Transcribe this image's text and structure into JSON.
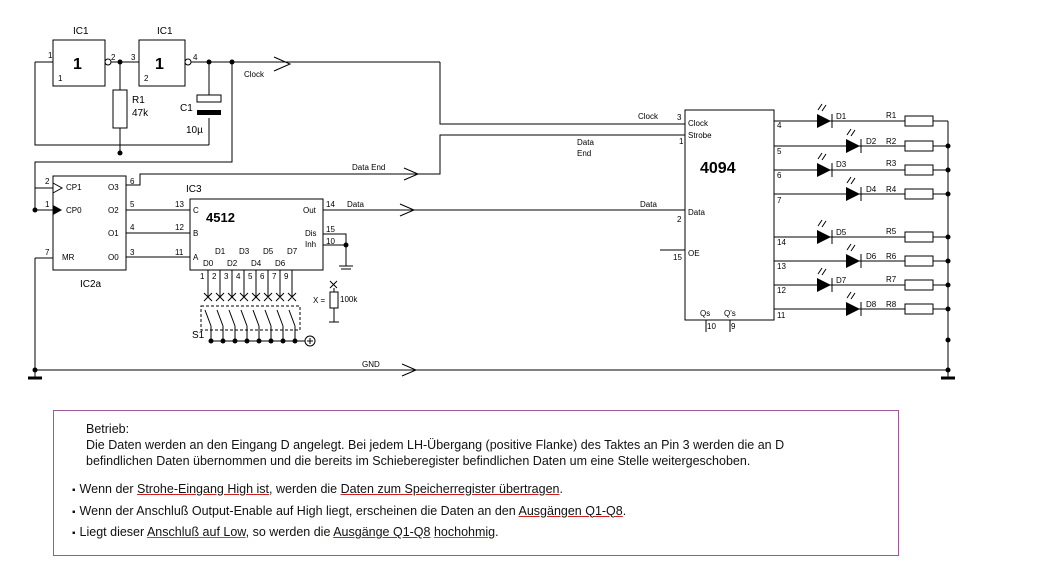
{
  "schematic": {
    "ic1a": {
      "name": "IC1",
      "body": "1",
      "pin_top": "1",
      "pin_out": "2",
      "pin_in_label": "1"
    },
    "ic1b": {
      "name": "IC1",
      "body": "1",
      "pin_in": "3",
      "pin_out": "4",
      "pin_in_label": "2"
    },
    "r1": {
      "name": "R1",
      "value": "47k"
    },
    "c1": {
      "name": "C1",
      "value": "10µ"
    },
    "clock_net": "Clock",
    "data_end_net": "Data End",
    "data_net": "Data",
    "gnd_net": "GND",
    "ic2a": {
      "name": "IC2a",
      "pins": {
        "cp1": "CP1",
        "cp0": "CP0",
        "mr": "MR",
        "o3": "O3",
        "o2": "O2",
        "o1": "O1",
        "o0": "O0"
      },
      "pin_numbers": {
        "cp1": "2",
        "cp0": "1",
        "mr": "7",
        "o3": "6",
        "o2": "5",
        "o1": "4",
        "o0": "3"
      }
    },
    "ic3": {
      "name": "IC3",
      "part": "4512",
      "pins": {
        "c": "C",
        "b": "B",
        "a": "A",
        "out": "Out",
        "dis": "Dis",
        "inh": "Inh"
      },
      "pin_numbers": {
        "c": "13",
        "b": "12",
        "a": "11",
        "out": "14",
        "dis": "15",
        "inh": "10"
      },
      "d_labels_upper": [
        "D1",
        "D3",
        "D5",
        "D7"
      ],
      "d_labels_lower": [
        "D0",
        "D2",
        "D4",
        "D6"
      ],
      "d_pins": [
        "1",
        "2",
        "3",
        "4",
        "5",
        "6",
        "7",
        "9"
      ]
    },
    "switch": {
      "name": "S1",
      "pullup": "X =",
      "pullup_value": "100k"
    },
    "ic4094": {
      "part": "4094",
      "pins": {
        "clock": "Clock",
        "strobe": "Strobe",
        "data": "Data",
        "oe": "OE",
        "qs": "Qs",
        "qs2": "Q's"
      },
      "pin_numbers": {
        "clock": "3",
        "strobe": "1",
        "data": "2",
        "oe": "15",
        "qs": "10",
        "qs2": "9"
      },
      "out_pins": [
        "4",
        "5",
        "6",
        "7",
        "14",
        "13",
        "12",
        "11"
      ],
      "clock_in_label": "Clock",
      "strobe_in_label_1": "Data",
      "strobe_in_label_2": "End",
      "data_in_label": "Data"
    },
    "leds": [
      "D1",
      "D2",
      "D3",
      "D4",
      "D5",
      "D6",
      "D7",
      "D8"
    ],
    "resistors": [
      "R1",
      "R2",
      "R3",
      "R4",
      "R5",
      "R6",
      "R7",
      "R8"
    ]
  },
  "note": {
    "title": "Betrieb:",
    "body_line1": "Die Daten werden an den Eingang D angelegt. Bei jedem LH-Übergang (positive Flanke) des Taktes an Pin 3 werden die an D",
    "body_line2": "befindlichen Daten übernommen und die bereits im Schieberegister befindlichen Daten um eine Stelle weitergeschoben.",
    "bullet1": {
      "a": "Wenn der ",
      "b": "Strohe-Eingang High ist",
      "c": ", werden die ",
      "d": "Daten zum Speicherregister übertragen",
      "e": "."
    },
    "bullet2": {
      "a": "Wenn der Anschluß Output-Enable auf High liegt, erscheinen die Daten an den ",
      "b": "Ausgängen Q1-Q8",
      "c": "."
    },
    "bullet3": {
      "a": "Liegt dieser ",
      "b": "Anschluß auf Low",
      "c": ", so werden die ",
      "d": "Ausgänge Q1-Q8",
      "e": " ",
      "f": "hochohmig",
      "g": "."
    }
  }
}
